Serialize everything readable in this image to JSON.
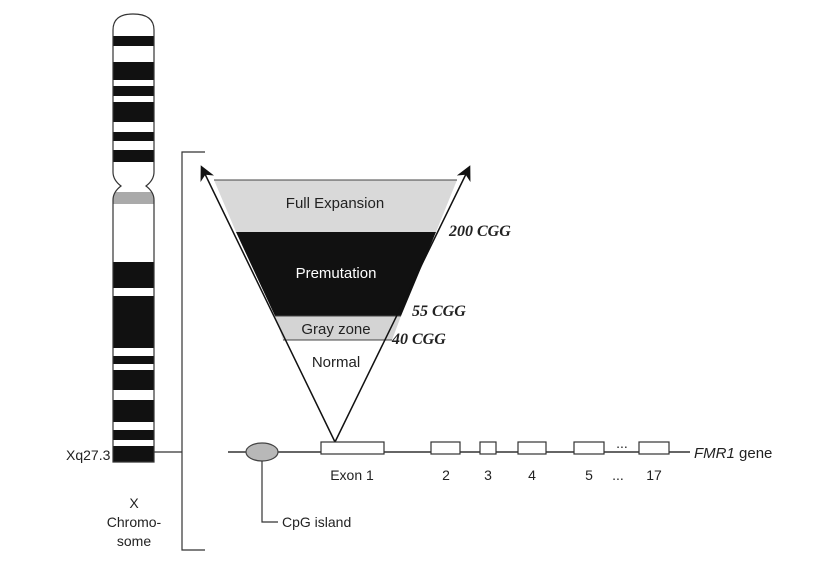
{
  "chromosome": {
    "band_label": "Xq27.3",
    "name_lines": [
      "X",
      "Chromo-",
      "some"
    ]
  },
  "funnel": {
    "zones": [
      {
        "label": "Full Expansion",
        "fill": "#d9d9d9"
      },
      {
        "label": "Premutation",
        "fill": "#111111"
      },
      {
        "label": "Gray zone",
        "fill": "#d4d4d4"
      },
      {
        "label": "Normal",
        "fill": "#ffffff"
      }
    ],
    "thresholds": [
      "200 CGG",
      "55 CGG",
      "40 CGG"
    ]
  },
  "gene": {
    "name_italic": "FMR1",
    "name_suffix": " gene",
    "exon_labels": [
      "Exon 1",
      "2",
      "3",
      "4",
      "5",
      "...",
      "17"
    ],
    "gap_ellipsis": "...",
    "cpg_label": "CpG island",
    "cpg_color": "#b8b8b8"
  }
}
